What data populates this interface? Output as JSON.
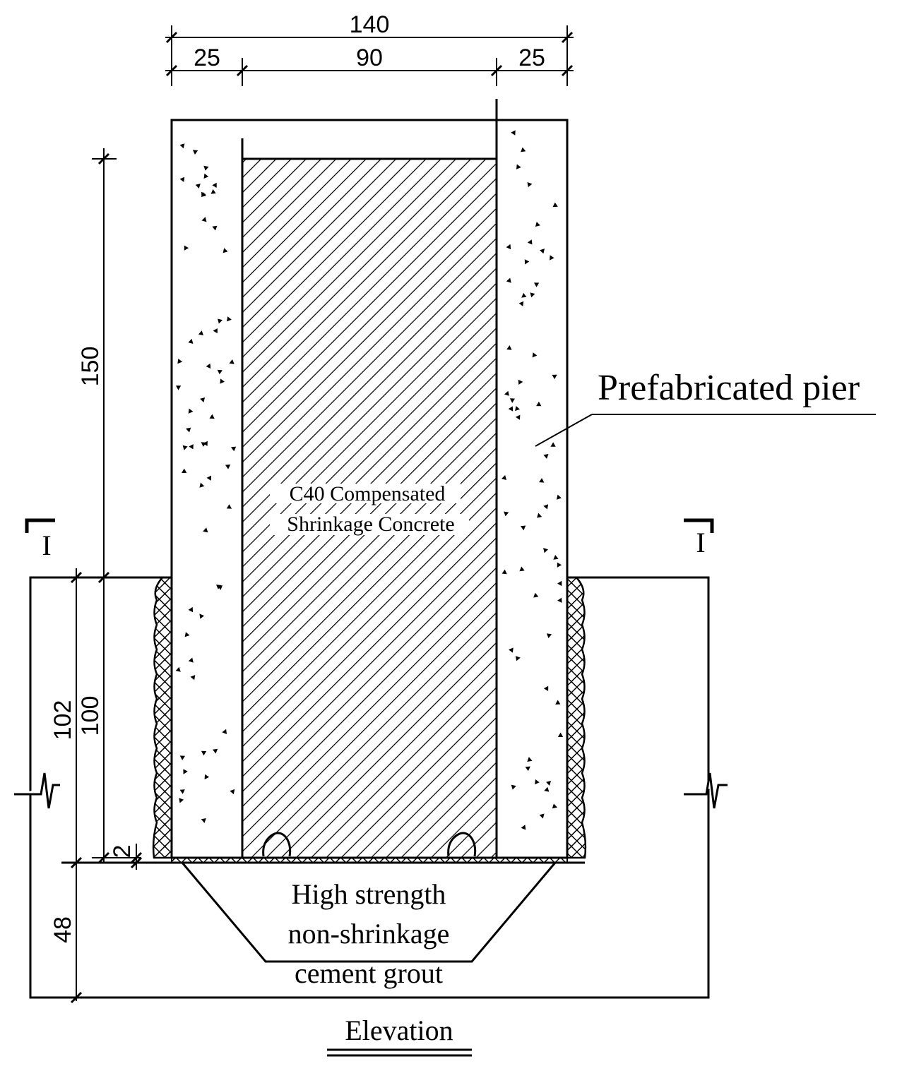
{
  "dimensions": {
    "overall_width": "140",
    "left_cover": "25",
    "core_width": "90",
    "right_cover": "25",
    "pier_height": "150",
    "socket_depth_outer": "102",
    "socket_depth_inner": "100",
    "bed_gap": "2",
    "base_thickness": "48"
  },
  "labels": {
    "pier": "Prefabricated pier",
    "core_line1": "C40 Compensated",
    "core_line2": "Shrinkage Concrete",
    "grout_line1": "High strength",
    "grout_line2": "non-shrinkage",
    "grout_line3": "cement grout",
    "section_left": "I",
    "section_right": "I",
    "title": "Elevation"
  },
  "colors": {
    "ink": "#000000",
    "paper": "#ffffff"
  }
}
